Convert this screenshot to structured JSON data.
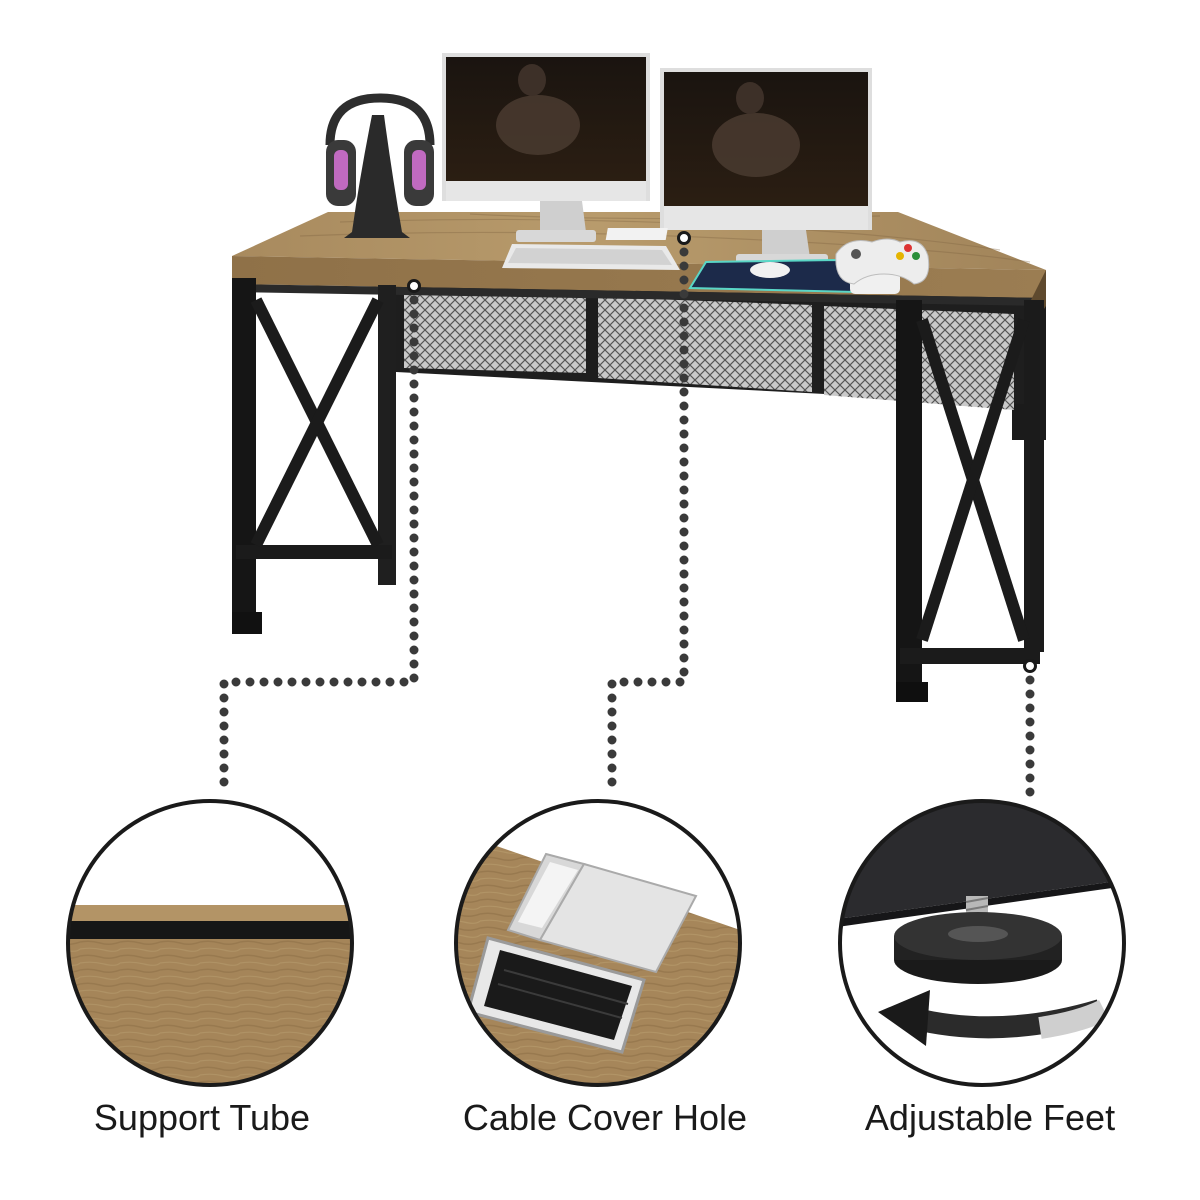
{
  "features": [
    {
      "label": "Support Tube"
    },
    {
      "label": "Cable Cover Hole"
    },
    {
      "label": "Adjustable Feet"
    }
  ]
}
